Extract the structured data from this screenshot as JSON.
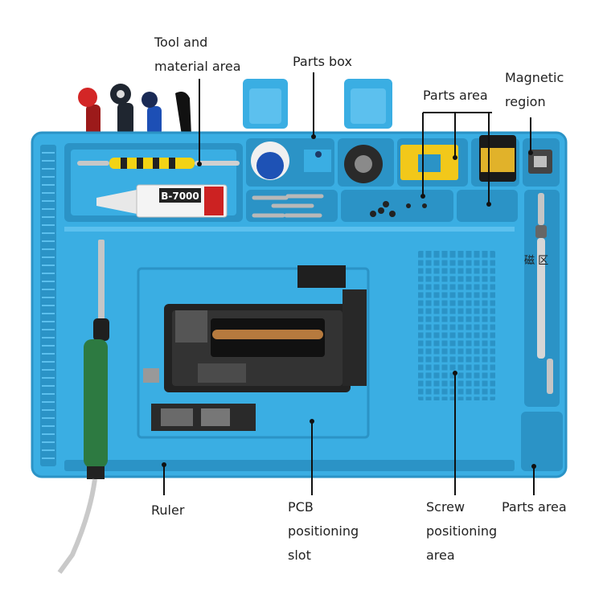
{
  "labels": {
    "tool_area": "Tool and\nmaterial area",
    "parts_box": "Parts box",
    "parts_area_top": "Parts area",
    "magnetic": "Magnetic\nregion",
    "ruler": "Ruler",
    "pcb": "PCB\npositioning\nslot",
    "screw": "Screw\npositioning\narea",
    "parts_area_bottom": "Parts area"
  },
  "mat_markings": {
    "magnetic_text": "磁 区",
    "glue_brand": "B-7000"
  },
  "colors": {
    "mat": "#3aaee3",
    "mat_dark": "#2b93c6",
    "mat_light": "#5cc0ee",
    "leader": "#111111"
  },
  "icons": [
    "soldering-iron-icon",
    "phone-board-icon",
    "spudger-icon",
    "glue-tube-icon",
    "screwdriver-icon",
    "pcb-holder-icon"
  ]
}
